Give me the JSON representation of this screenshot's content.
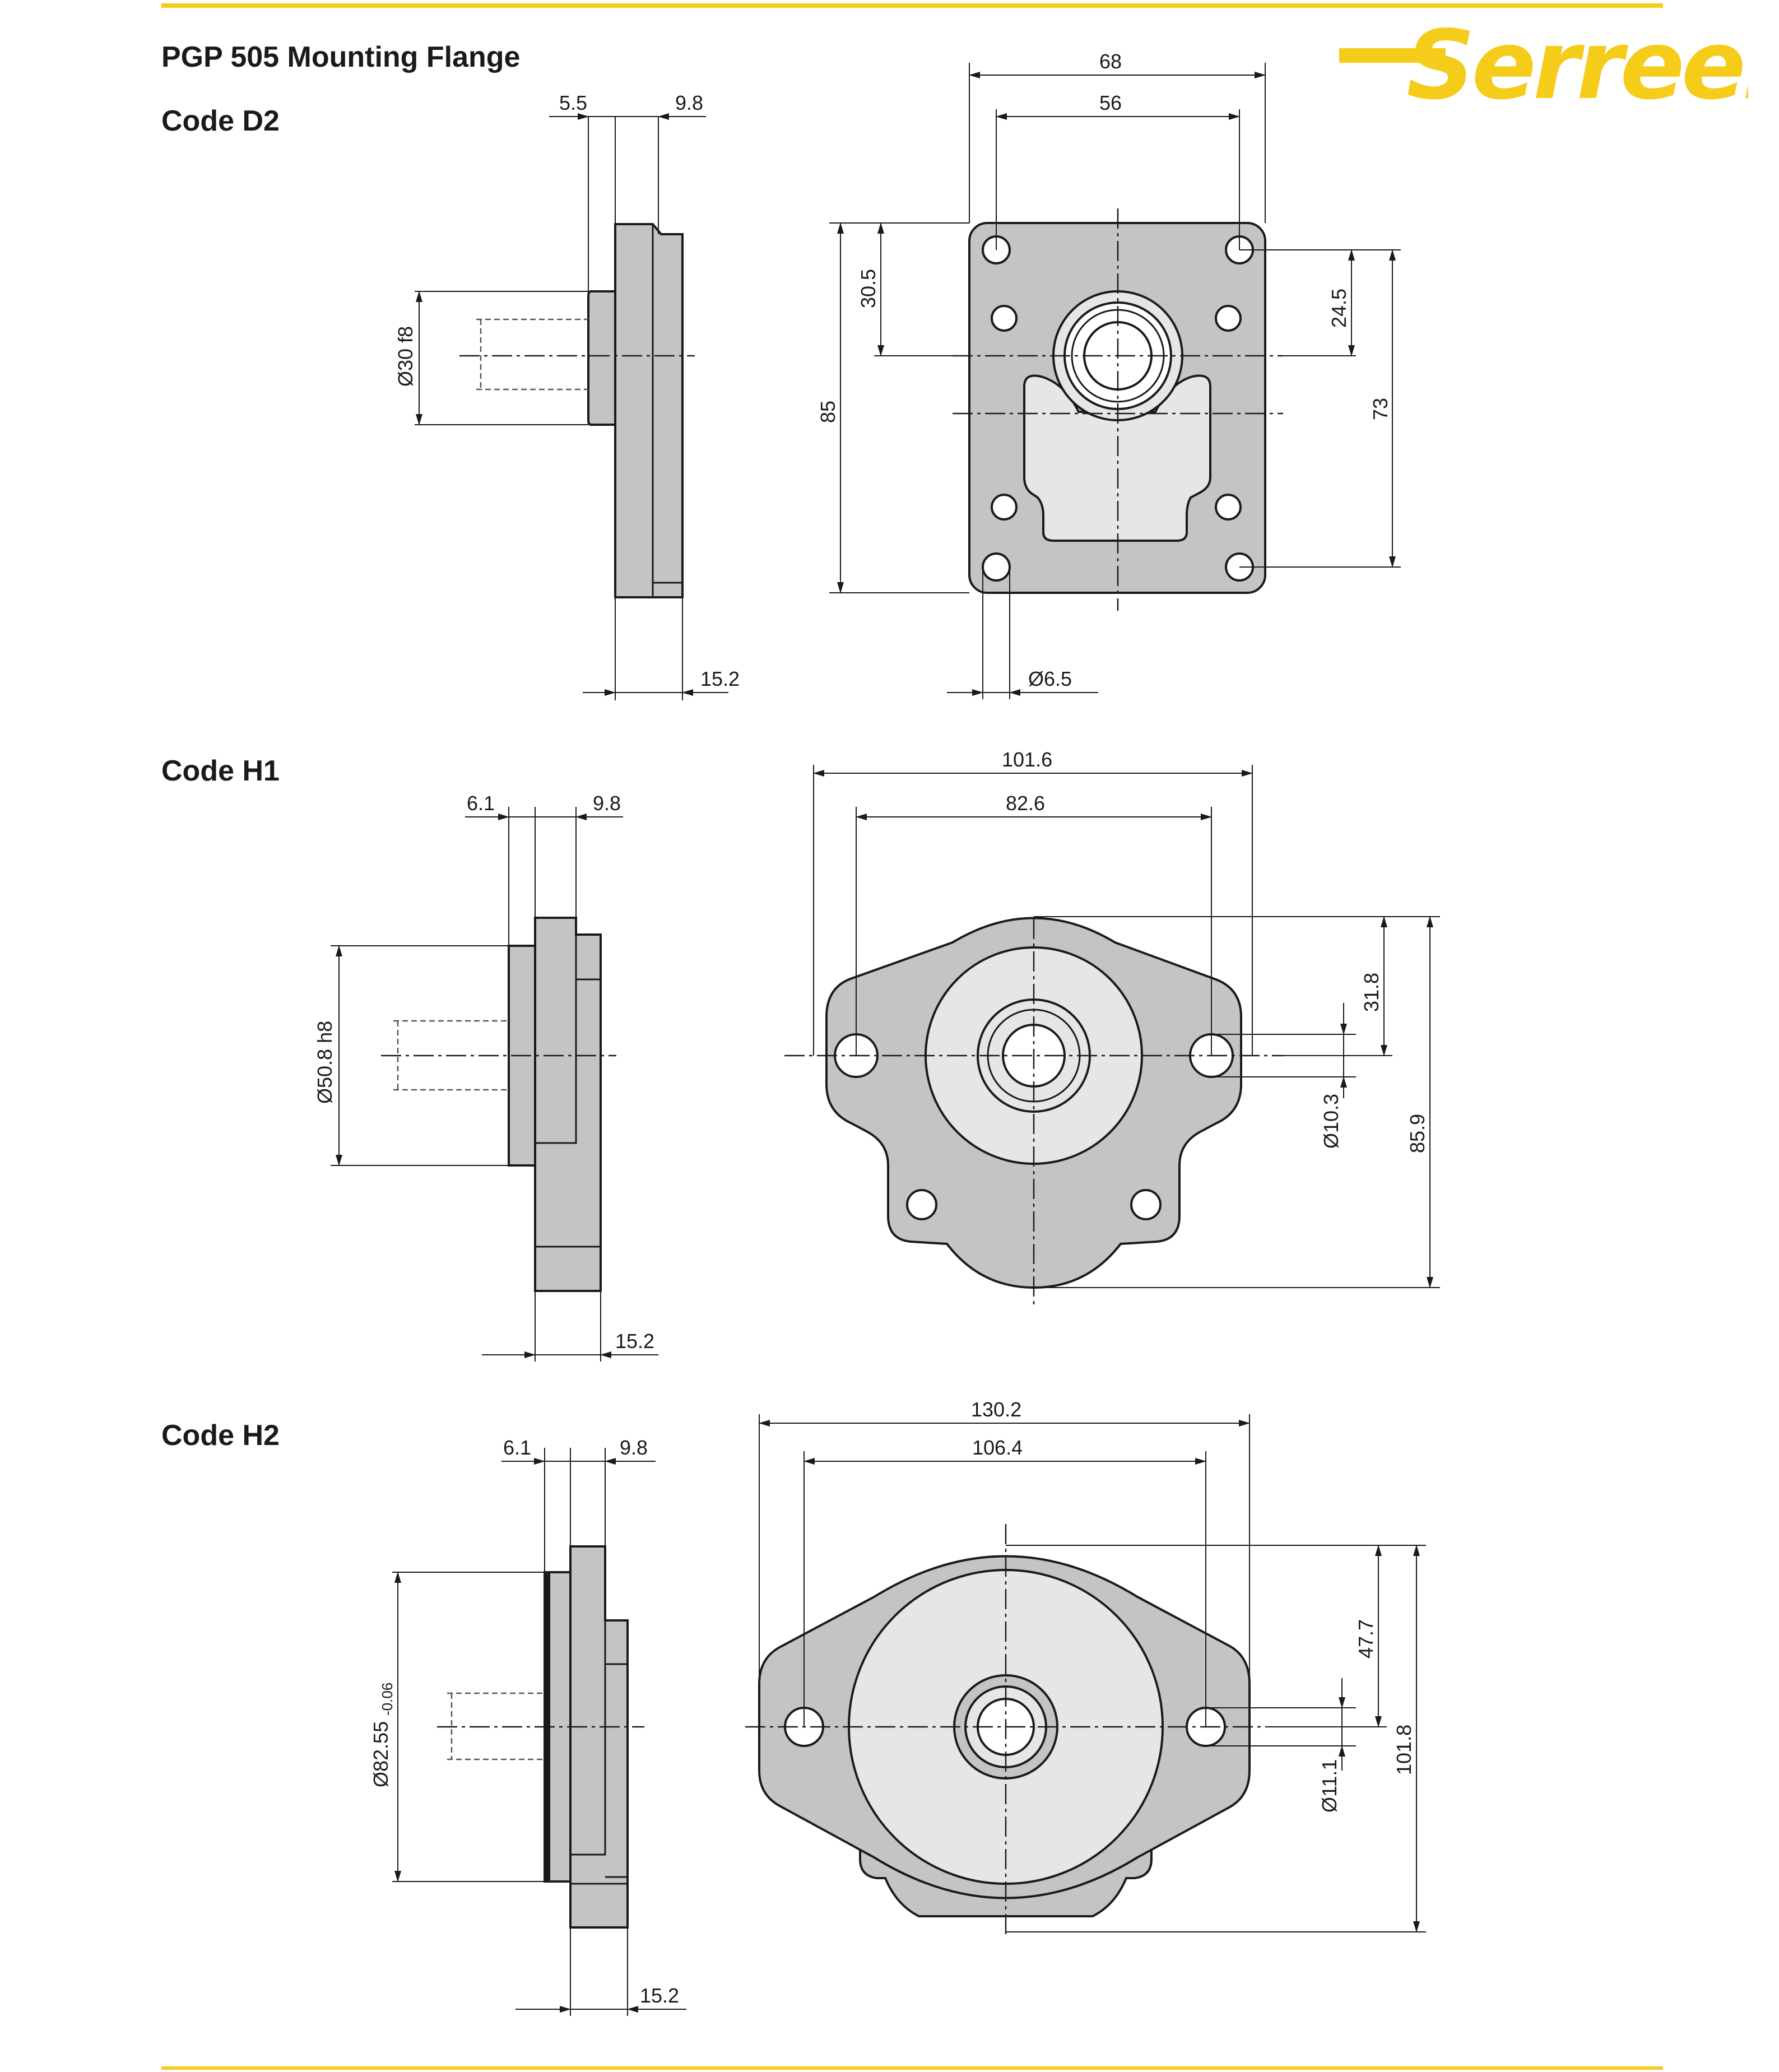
{
  "header": {
    "title": "PGP 505 Mounting Flange",
    "brand": "Serreen",
    "accent_color": "#f6cc1a"
  },
  "sections": {
    "d2": {
      "label": "Code D2",
      "dims": {
        "side_a": "5.5",
        "side_b": "9.8",
        "pilot_dia": "Ø30 f8",
        "side_depth": "15.2",
        "width_outer": "68",
        "width_inner": "56",
        "height_outer": "85",
        "to_center": "30.5",
        "hole_offset": "24.5",
        "height_inner": "73",
        "hole_dia": "Ø6.5"
      }
    },
    "h1": {
      "label": "Code  H1",
      "dims": {
        "side_a": "6.1",
        "side_b": "9.8",
        "pilot_dia": "Ø50.8 h8",
        "side_depth": "15.2",
        "width_outer": "101.6",
        "width_inner": "82.6",
        "to_center": "31.8",
        "hole_dia": "Ø10.3",
        "height": "85.9"
      }
    },
    "h2": {
      "label": "Code  H2",
      "dims": {
        "side_a": "6.1",
        "side_b": "9.8",
        "pilot_dia": "Ø82.55",
        "pilot_tol": "-0.06",
        "side_depth": "15.2",
        "width_outer": "130.2",
        "width_inner": "106.4",
        "to_center": "47.7",
        "hole_dia": "Ø11.1",
        "height": "101.8"
      }
    }
  }
}
